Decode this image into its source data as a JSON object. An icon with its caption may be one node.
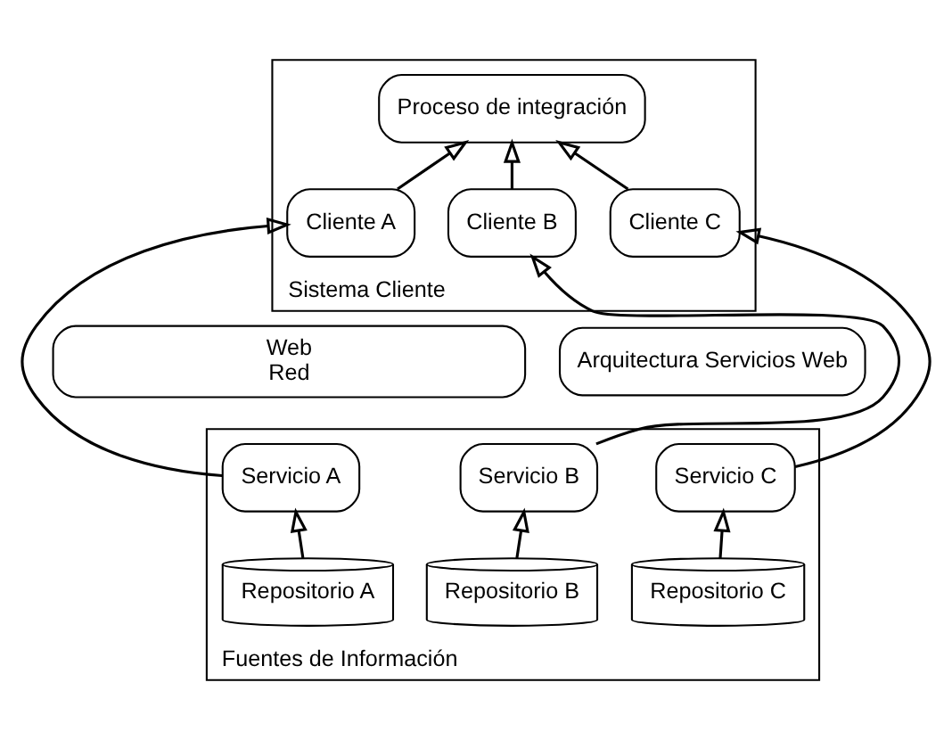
{
  "diagram": {
    "nodes": [
      {
        "text": [
          "Sistema Cliente"
        ]
      },
      {
        "text": [
          "Proceso de integración"
        ],
        "in": 0
      },
      {
        "text": [
          "Cliente A"
        ],
        "in": 0
      },
      {
        "text": [
          "Cliente B"
        ],
        "in": 0
      },
      {
        "text": [
          "Cliente C"
        ],
        "in": 0
      },
      {
        "text": [
          "Arquitectura Servicios Web"
        ]
      },
      {
        "text": [
          "Web",
          "Red"
        ]
      },
      {
        "text": [
          "Fuentes de Información"
        ]
      },
      {
        "text": [
          "Servicio A"
        ],
        "in": 7
      },
      {
        "text": [
          "Servicio B"
        ],
        "in": 7
      },
      {
        "text": [
          "Servicio C"
        ],
        "in": 7
      },
      {
        "text": [
          "Repositorio A"
        ],
        "in": 7
      },
      {
        "text": [
          "Repositorio B"
        ],
        "in": 7
      },
      {
        "text": [
          "Repositorio C"
        ],
        "in": 7
      }
    ],
    "edges": [
      {
        "from": 2,
        "to": 1,
        "arrow": "to"
      },
      {
        "from": 3,
        "to": 1,
        "arrow": "to"
      },
      {
        "from": 4,
        "to": 1,
        "arrow": "to"
      },
      {
        "from": 8,
        "to": 2,
        "arrow": "to"
      },
      {
        "from": 9,
        "to": 3,
        "arrow": "to"
      },
      {
        "from": 10,
        "to": 4,
        "arrow": "to"
      },
      {
        "from": 11,
        "to": 8,
        "arrow": "to"
      },
      {
        "from": 12,
        "to": 9,
        "arrow": "to"
      },
      {
        "from": 13,
        "to": 10,
        "arrow": "to"
      }
    ]
  }
}
